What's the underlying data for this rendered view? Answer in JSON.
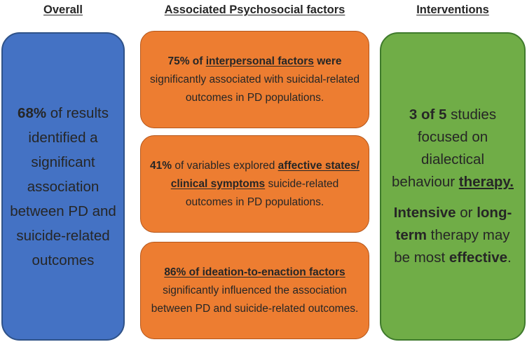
{
  "headers": {
    "overall": "Overall",
    "factors": "Associated Psychosocial factors",
    "interventions": "Interventions"
  },
  "overall": {
    "highlight": "68%",
    "text": " of results identified a significant association between PD and suicide-related outcomes"
  },
  "factors": [
    {
      "highlight": "75% of ",
      "highlight_underlined": "interpersonal factors",
      "highlight_tail": " were",
      "text": " significantly associated with suicidal-related outcomes in PD populations."
    },
    {
      "highlight": "41%",
      "text_a": " of variables explored ",
      "highlight_underlined": "affective states/ clinical symptoms",
      "text_b": " suicide-related outcomes in PD populations."
    },
    {
      "highlight_underlined": "86% of ideation-to-enaction factors",
      "text": " significantly influenced the association between PD and suicide-related outcomes."
    }
  ],
  "interventions": {
    "p1_bold": "3 of 5",
    "p1_text": " studies focused on dialectical behaviour ",
    "p1_bold_underlined": "therapy.",
    "p2_bold_a": "Intensive",
    "p2_text_a": " or ",
    "p2_bold_b": "long-term",
    "p2_text_b": " therapy may be most ",
    "p2_bold_c": "effective",
    "p2_text_c": "."
  },
  "colors": {
    "overall_box": "#4472c4",
    "factor_box": "#ed7d31",
    "interventions_box": "#70ad47",
    "text": "#262626"
  }
}
